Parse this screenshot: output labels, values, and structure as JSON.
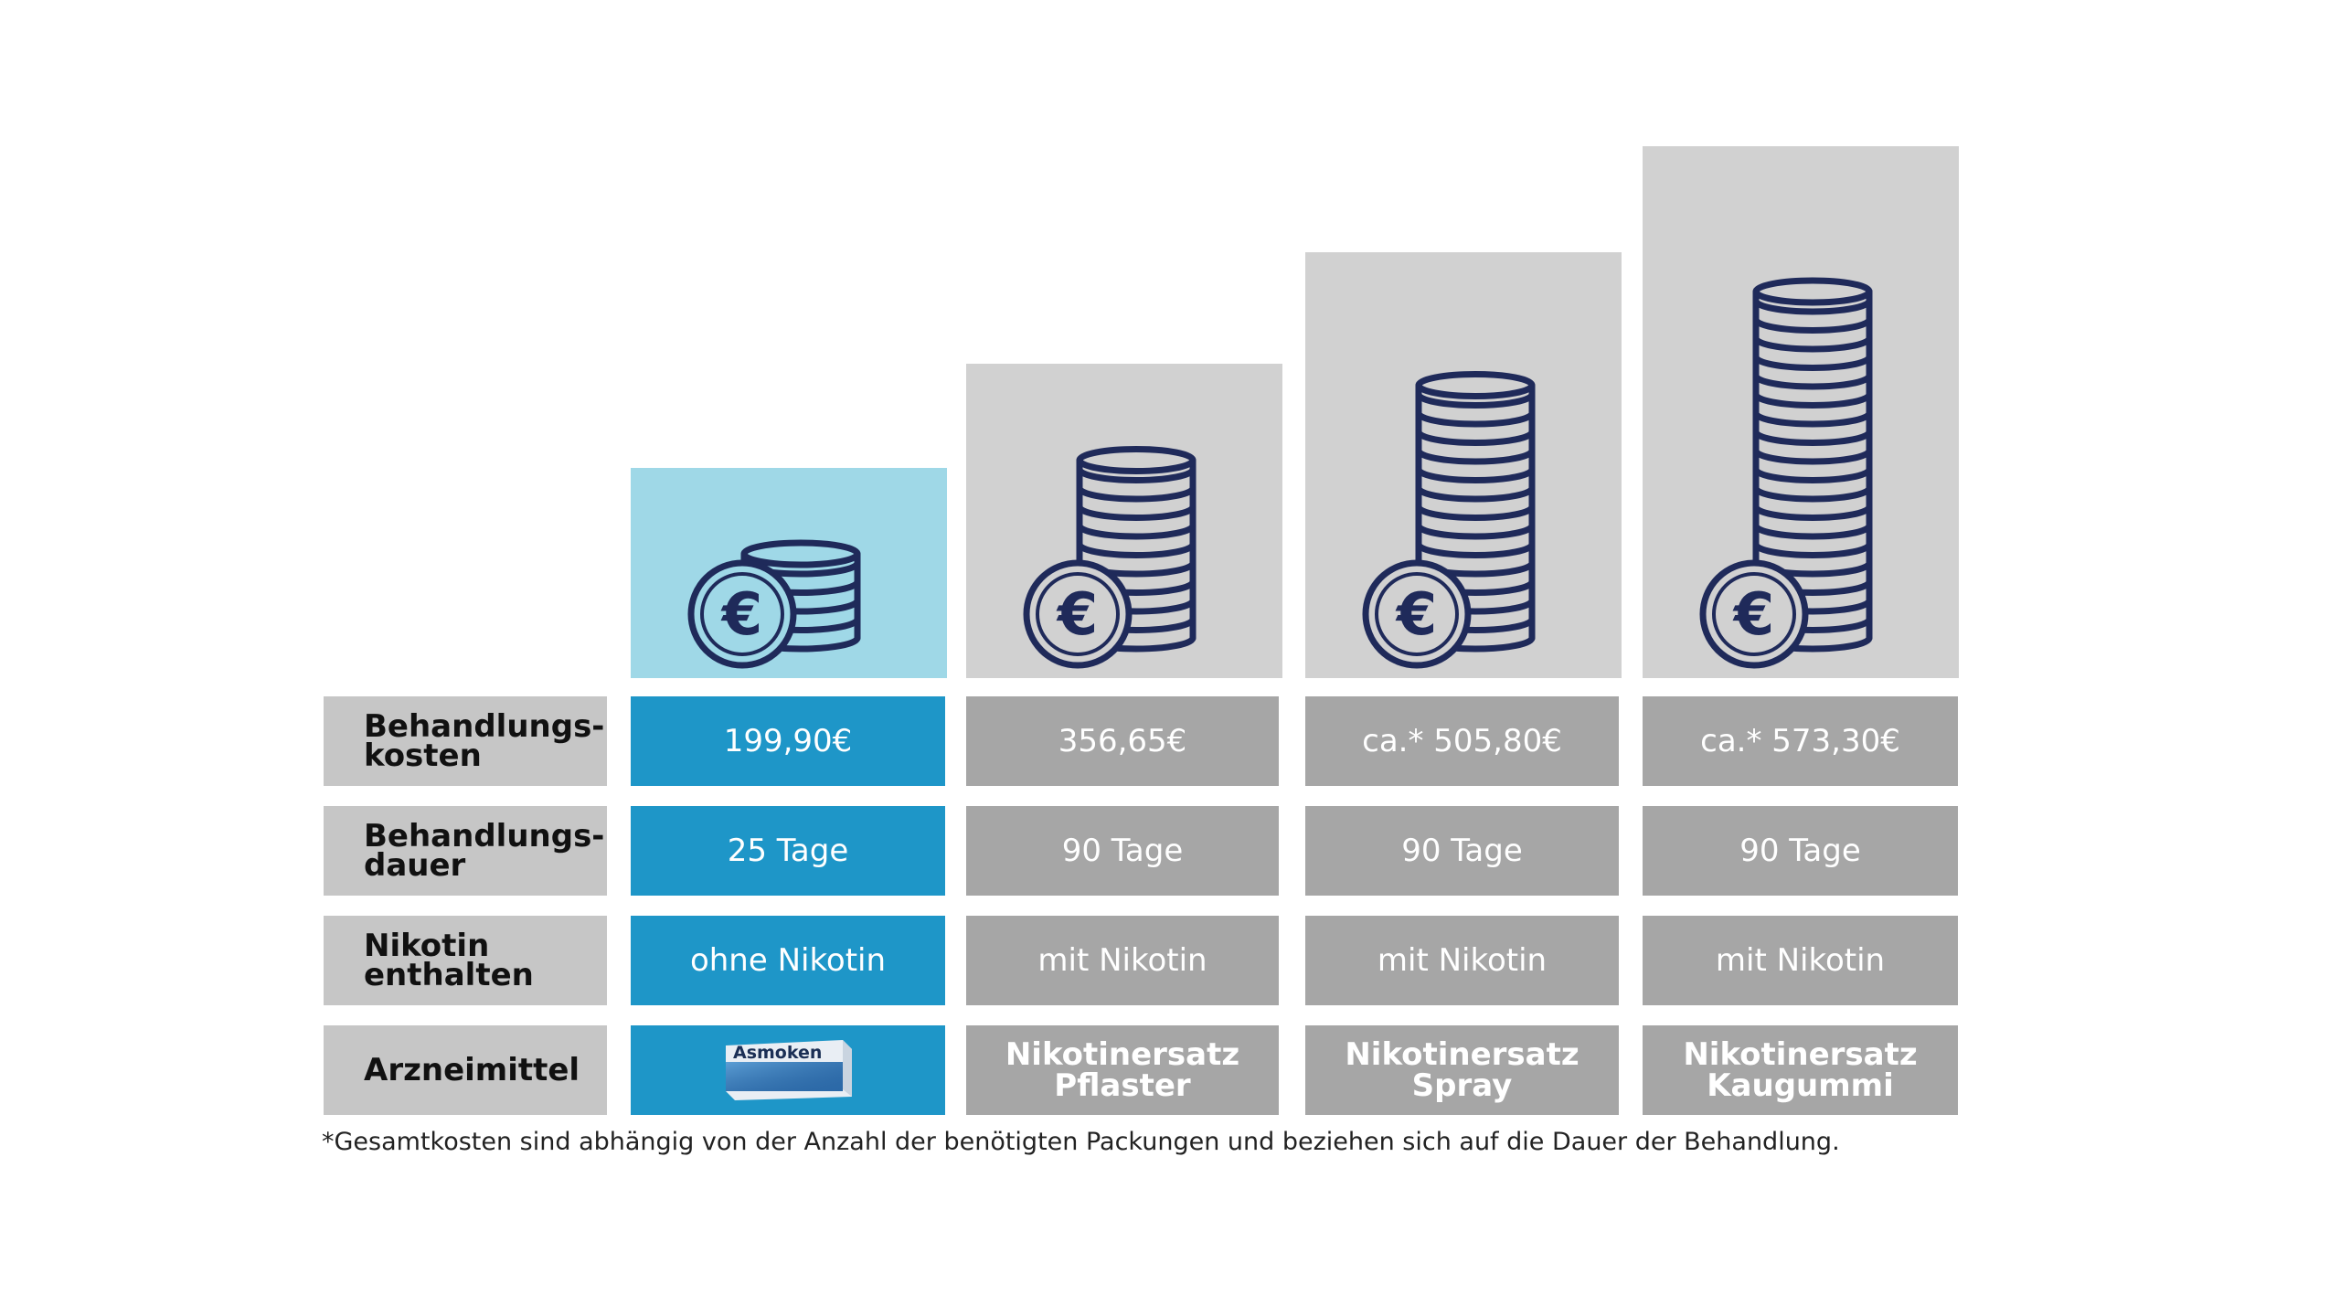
{
  "colors": {
    "highlight_cell": "#1e96c8",
    "highlight_panel": "#9fd8e7",
    "neutral_cell": "#a6a6a6",
    "neutral_panel": "#d1d1d1",
    "label_cell": "#c6c6c6",
    "coin_stroke": "#1f2a5a"
  },
  "rows": {
    "kosten": "Behandlungs-\nkosten",
    "dauer": "Behandlungs-\ndauer",
    "nikotin": "Nikotin\nenthalten",
    "arznei": "Arzneimittel"
  },
  "columns": [
    {
      "kosten": "199,90€",
      "dauer": "25 Tage",
      "nikotin": "ohne Nikotin",
      "arznei": "",
      "coin_stack": 5,
      "product_name": "Asmoken",
      "highlight": true
    },
    {
      "kosten": "356,65€",
      "dauer": "90 Tage",
      "nikotin": "mit Nikotin",
      "arznei": "Nikotinersatz\nPflaster",
      "coin_stack": 10
    },
    {
      "kosten": "ca.* 505,80€",
      "dauer": "90 Tage",
      "nikotin": "mit Nikotin",
      "arznei": "Nikotinersatz\nSpray",
      "coin_stack": 14
    },
    {
      "kosten": "ca.* 573,30€",
      "dauer": "90 Tage",
      "nikotin": "mit Nikotin",
      "arznei": "Nikotinersatz\nKaugummi",
      "coin_stack": 19
    }
  ],
  "coin_symbol": "€",
  "footnote": "*Gesamtkosten sind abhängig von der Anzahl der benötigten Packungen und beziehen sich auf die Dauer der Behandlung."
}
